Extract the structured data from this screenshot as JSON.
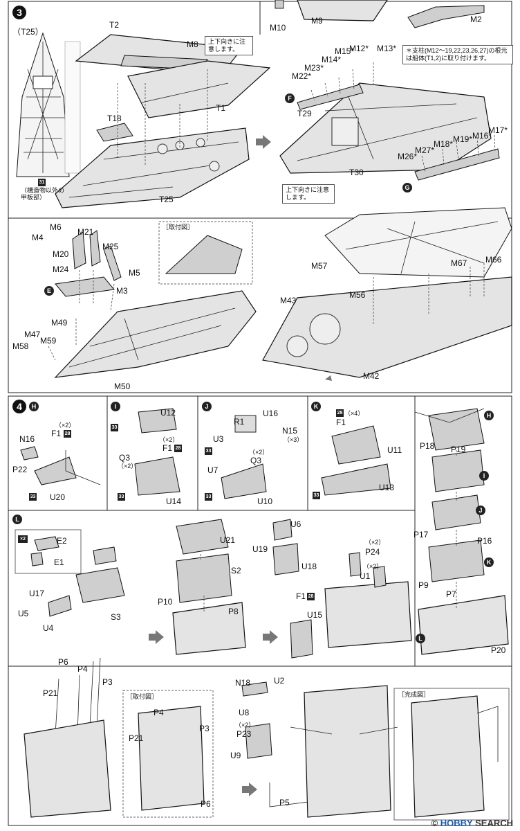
{
  "step3": {
    "number": "3",
    "t25_title": "（T25）",
    "t25_badge": "31",
    "t25_note": "（構造物以外の甲板部）",
    "labels": {
      "T2": "T2",
      "M8": "M8",
      "T1": "T1",
      "T18": "T18",
      "T25": "T25",
      "M10": "M10",
      "M9": "M9",
      "M2": "M2",
      "M15": "M15*",
      "M12": "M12*",
      "M13": "M13*",
      "M14": "M14*",
      "M23": "M23*",
      "M22": "M22*",
      "T29": "T29",
      "T30": "T30",
      "M17": "M17*",
      "M16": "M16*",
      "M19": "M19*",
      "M18": "M18*",
      "M27": "M27*",
      "M26": "M26*",
      "M6": "M6",
      "M4": "M4",
      "M21": "M21",
      "M20": "M20",
      "M25": "M25",
      "M24": "M24",
      "M5": "M5",
      "M3": "M3",
      "M49": "M49",
      "M47": "M47",
      "M58": "M58",
      "M59": "M59",
      "M50": "M50",
      "M57": "M57",
      "M67": "M67",
      "M66": "M66",
      "M43": "M43",
      "M56": "M56",
      "M42": "M42"
    },
    "sub_f": "F",
    "sub_g": "G",
    "sub_e": "E",
    "m8_note": "上下向きに注意します。",
    "support_note": "＊支柱(M12〜19,22,23,26,27)の根元は船体(T1,2)に取り付けます。",
    "orient_note": "上下向きに注意します。",
    "attach_title": "［取付図］"
  },
  "step4": {
    "number": "4",
    "sub_h": "H",
    "sub_i": "I",
    "sub_j": "J",
    "sub_k": "K",
    "sub_l": "L",
    "labels": {
      "N16": "N16",
      "F1": "F1",
      "x2a": "（×2）",
      "P22": "P22",
      "U20": "U20",
      "U12": "U12",
      "Q3": "Q3",
      "x2b": "（×2）",
      "F1b": "F1",
      "x2c": "（×2）",
      "U14": "U14",
      "R1": "R1",
      "U16": "U16",
      "N15": "N15",
      "x3": "（×3）",
      "U3": "U3",
      "x2d": "（×2）",
      "Q3b": "Q3",
      "U7": "U7",
      "U10": "U10",
      "x4": "（×4）",
      "F1c": "F1",
      "U11": "U11",
      "U13": "U13",
      "P18": "P18",
      "P19": "P19",
      "P17": "P17",
      "P16": "P16",
      "P9": "P9",
      "P7": "P7",
      "P20": "P20",
      "E2": "E2",
      "E1": "E1",
      "x2mult": "×2",
      "U17": "U17",
      "U5": "U5",
      "U4": "U4",
      "S3": "S3",
      "U21": "U21",
      "S2": "S2",
      "P10": "P10",
      "P8": "P8",
      "U6": "U6",
      "U19": "U19",
      "U18": "U18",
      "F1d": "F1",
      "U15": "U15",
      "x2e": "（×2）",
      "P24": "P24",
      "x2f": "（×2）",
      "U1": "U1",
      "P6": "P6",
      "P4": "P4",
      "P21": "P21",
      "P3": "P3",
      "P4b": "P4",
      "P21b": "P21",
      "P3b": "P3",
      "P6b": "P6",
      "N18": "N18",
      "U2": "U2",
      "U8": "U8",
      "x2g": "（×2）",
      "P23": "P23",
      "U9": "U9",
      "P5": "P5"
    },
    "badges": [
      "33",
      "28"
    ],
    "attach_title": "［取付図］",
    "complete_title": "［完成図］"
  },
  "footer": {
    "prefix": "© ",
    "brand1": "HOBBY",
    "brand2": " SEARCH"
  }
}
